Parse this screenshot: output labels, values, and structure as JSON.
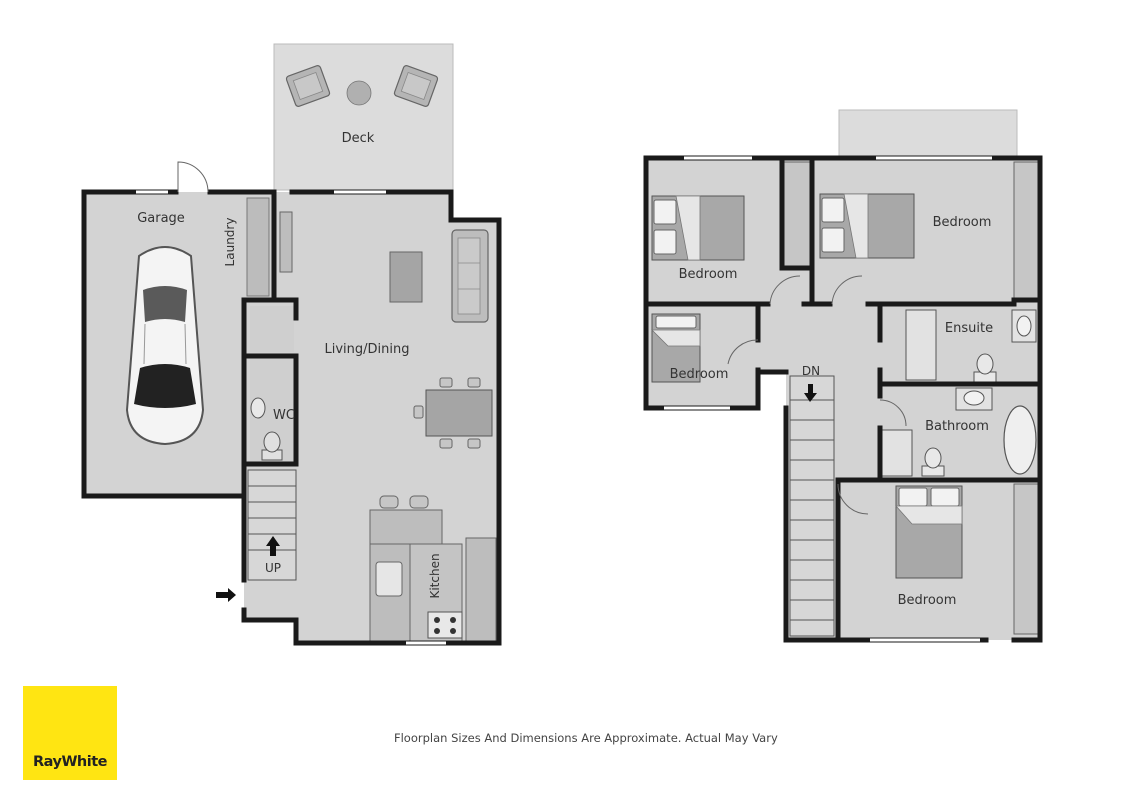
{
  "ground_floor": {
    "deck": "Deck",
    "garage": "Garage",
    "laundry": "Laundry",
    "living_dining": "Living/Dining",
    "wc": "WC",
    "kitchen": "Kitchen",
    "stairs_up": "UP"
  },
  "first_floor": {
    "bedroom_1": "Bedroom",
    "bedroom_2": "Bedroom",
    "bedroom_3": "Bedroom",
    "bedroom_4": "Bedroom",
    "ensuite": "Ensuite",
    "bathroom": "Bathroom",
    "stairs_down": "DN"
  },
  "disclaimer": "Floorplan Sizes And Dimensions Are Approximate. Actual May Vary",
  "logo": {
    "text": "RayWhite",
    "background": "#FFE512",
    "text_color": "#222222"
  },
  "colors": {
    "floor": "#d3d3d3",
    "outdoor": "#dcdcdc",
    "wall": "#1a1a1a",
    "fixture": "#bdbdbd"
  }
}
